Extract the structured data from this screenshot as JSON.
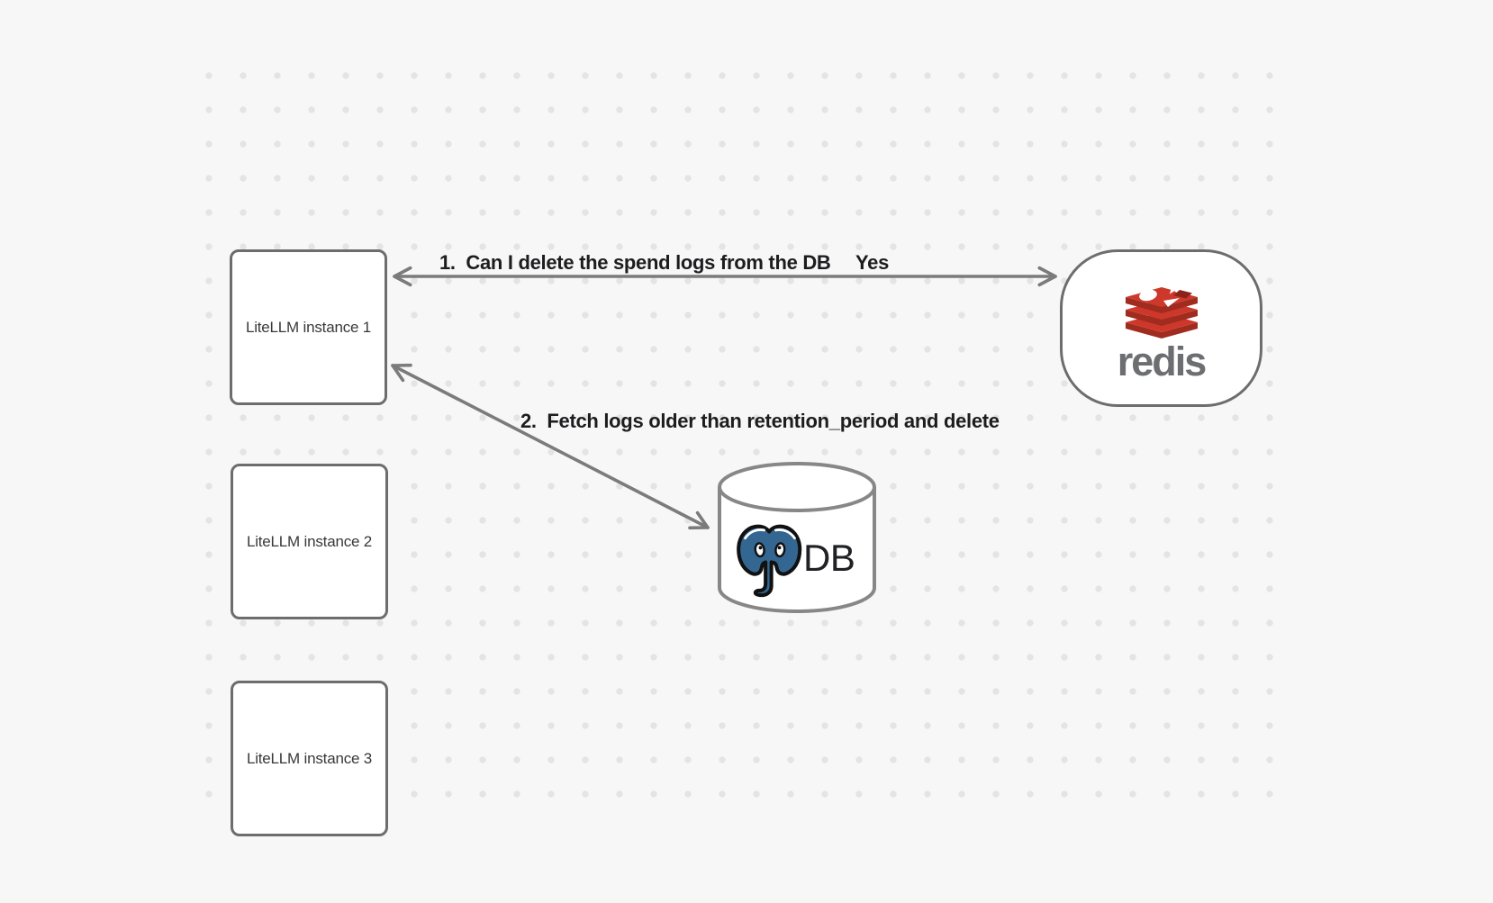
{
  "diagram": {
    "nodes": {
      "instances": [
        {
          "id": "litellm-instance-1",
          "label": "LiteLLM instance 1"
        },
        {
          "id": "litellm-instance-2",
          "label": "LiteLLM instance 2"
        },
        {
          "id": "litellm-instance-3",
          "label": "LiteLLM instance 3"
        }
      ],
      "redis": {
        "id": "redis",
        "label": "redis",
        "logo": "redis-logo"
      },
      "database": {
        "id": "db",
        "label": "DB",
        "logo": "postgresql-logo"
      }
    },
    "edges": [
      {
        "step": "1.",
        "label": "1.  Can I delete the spend logs from the DB",
        "response_label": "Yes",
        "between": [
          "litellm-instance-1",
          "redis"
        ],
        "arrowheads": "both"
      },
      {
        "step": "2.",
        "label": "2.  Fetch logs older than retention_period and delete",
        "between": [
          "litellm-instance-1",
          "db"
        ],
        "arrowheads": "both"
      }
    ],
    "colors": {
      "background": "#f7f7f7",
      "grid_dot": "#e4e4e4",
      "node_border": "#6d6d6d",
      "node_fill": "#ffffff",
      "arrow": "#7b7b7b",
      "edge_label_text": "#1d1d1f",
      "node_label_text": "#39393b",
      "redis_red": "#cd382b",
      "redis_dark_red": "#a02b1f",
      "redis_wordmark": "#6c6e71",
      "postgres_blue": "#336791",
      "db_text": "#202124"
    }
  }
}
